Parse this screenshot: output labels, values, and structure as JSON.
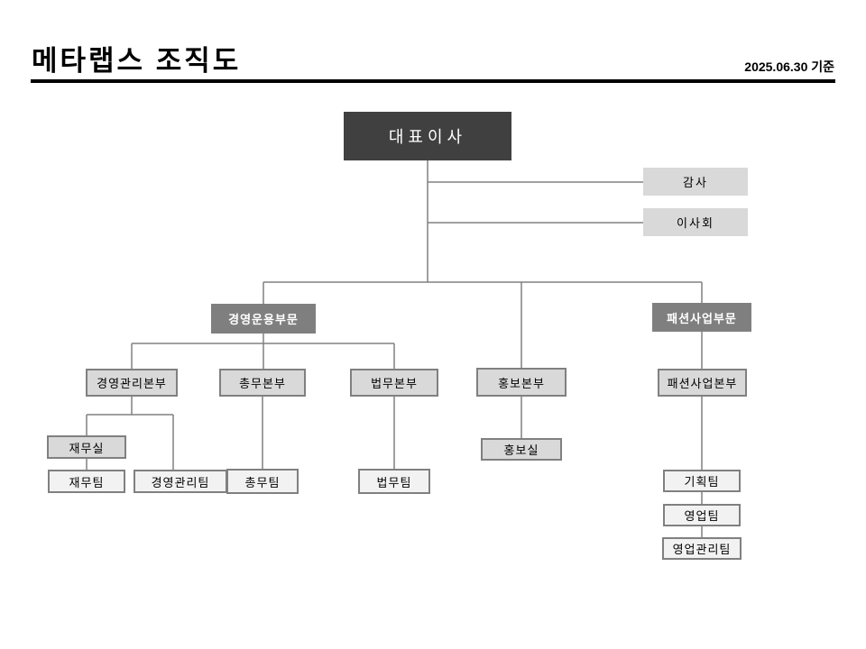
{
  "header": {
    "title": "메타랩스 조직도",
    "date_note": "2025.06.30 기준"
  },
  "org_chart": {
    "ceo": {
      "label": "대표이사"
    },
    "advisory": [
      {
        "label": "감사"
      },
      {
        "label": "이사회"
      }
    ],
    "divisions": [
      {
        "label": "경영운용부문"
      },
      {
        "label": "패션사업부문"
      }
    ],
    "headquarters": [
      {
        "label": "경영관리본부"
      },
      {
        "label": "총무본부"
      },
      {
        "label": "법무본부"
      },
      {
        "label": "홍보본부"
      },
      {
        "label": "패션사업본부"
      }
    ],
    "offices": [
      {
        "label": "재무실"
      },
      {
        "label": "홍보실"
      }
    ],
    "teams": [
      {
        "label": "재무팀"
      },
      {
        "label": "경영관리팀"
      },
      {
        "label": "총무팀"
      },
      {
        "label": "법무팀"
      },
      {
        "label": "기획팀"
      },
      {
        "label": "영업팀"
      },
      {
        "label": "영업관리팀"
      }
    ]
  },
  "colors": {
    "ceo_box": "#404040",
    "division_box": "#7f7f7f",
    "light_box": "#d9d9d9",
    "team_box": "#f2f2f2",
    "box_border": "#808080",
    "connector": "#808080",
    "title_rule": "#000000"
  }
}
